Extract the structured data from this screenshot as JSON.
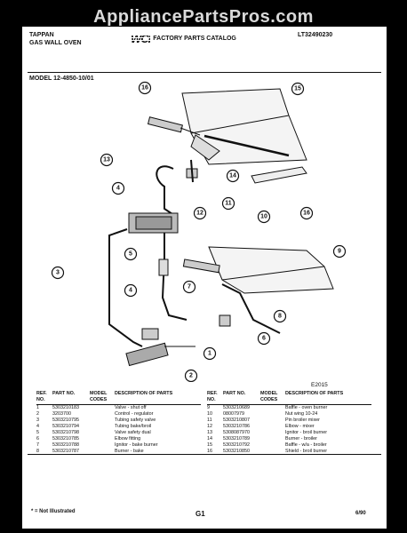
{
  "watermark": "AppliancePartsPros.com",
  "header": {
    "brand_line1": "TAPPAN",
    "brand_line2": "GAS WALL OVEN",
    "logo_text": "WCI",
    "catalog_title": "FACTORY PARTS CATALOG",
    "catalog_code": "LT32490230"
  },
  "model_label": "MODEL 12-4850-10/01",
  "figure_code": "E2015",
  "table_headers": {
    "ref": "REF. NO.",
    "part": "PART NO.",
    "model": "MODEL CODES",
    "desc": "DESCRIPTION OF PARTS"
  },
  "parts_left": [
    {
      "ref": "1",
      "part": "5303210183",
      "code": "",
      "desc": "Valve - shut off"
    },
    {
      "ref": "2",
      "part": "3203700",
      "code": "",
      "desc": "Control - regulator"
    },
    {
      "ref": "3",
      "part": "5303210795",
      "code": "",
      "desc": "Tubing safety valve"
    },
    {
      "ref": "4",
      "part": "5303210794",
      "code": "",
      "desc": "Tubing bake/broil"
    },
    {
      "ref": "5",
      "part": "5303210798",
      "code": "",
      "desc": "Valve safety dual"
    },
    {
      "ref": "6",
      "part": "5303210785",
      "code": "",
      "desc": "Elbow fitting"
    },
    {
      "ref": "7",
      "part": "5303210788",
      "code": "",
      "desc": "Ignitor - bake burner"
    },
    {
      "ref": "8",
      "part": "5303210787",
      "code": "",
      "desc": "Burner - bake"
    }
  ],
  "parts_right": [
    {
      "ref": "9",
      "part": "5303210689",
      "code": "",
      "desc": "Baffle - oven burner"
    },
    {
      "ref": "10",
      "part": "08007979",
      "code": "",
      "desc": "Nut wing 10-24"
    },
    {
      "ref": "11",
      "part": "5303210807",
      "code": "",
      "desc": "Pin broiler mixer"
    },
    {
      "ref": "12",
      "part": "5303210786",
      "code": "",
      "desc": "Elbow - mixer"
    },
    {
      "ref": "13",
      "part": "5308087970",
      "code": "",
      "desc": "Ignitor - broil burner"
    },
    {
      "ref": "14",
      "part": "5303210789",
      "code": "",
      "desc": "Burner - broiler"
    },
    {
      "ref": "15",
      "part": "5303210792",
      "code": "",
      "desc": "Baffle - w/a - broiler"
    },
    {
      "ref": "16",
      "part": "5303210850",
      "code": "",
      "desc": "Shield - broil burner"
    }
  ],
  "footer": {
    "note": "* = Not Illustrated",
    "page": "G1",
    "date": "6/90"
  },
  "callouts": [
    "16",
    "15",
    "13",
    "14",
    "11",
    "12",
    "4",
    "10",
    "9",
    "16",
    "5",
    "3",
    "7",
    "8",
    "4",
    "6",
    "1",
    "2"
  ]
}
